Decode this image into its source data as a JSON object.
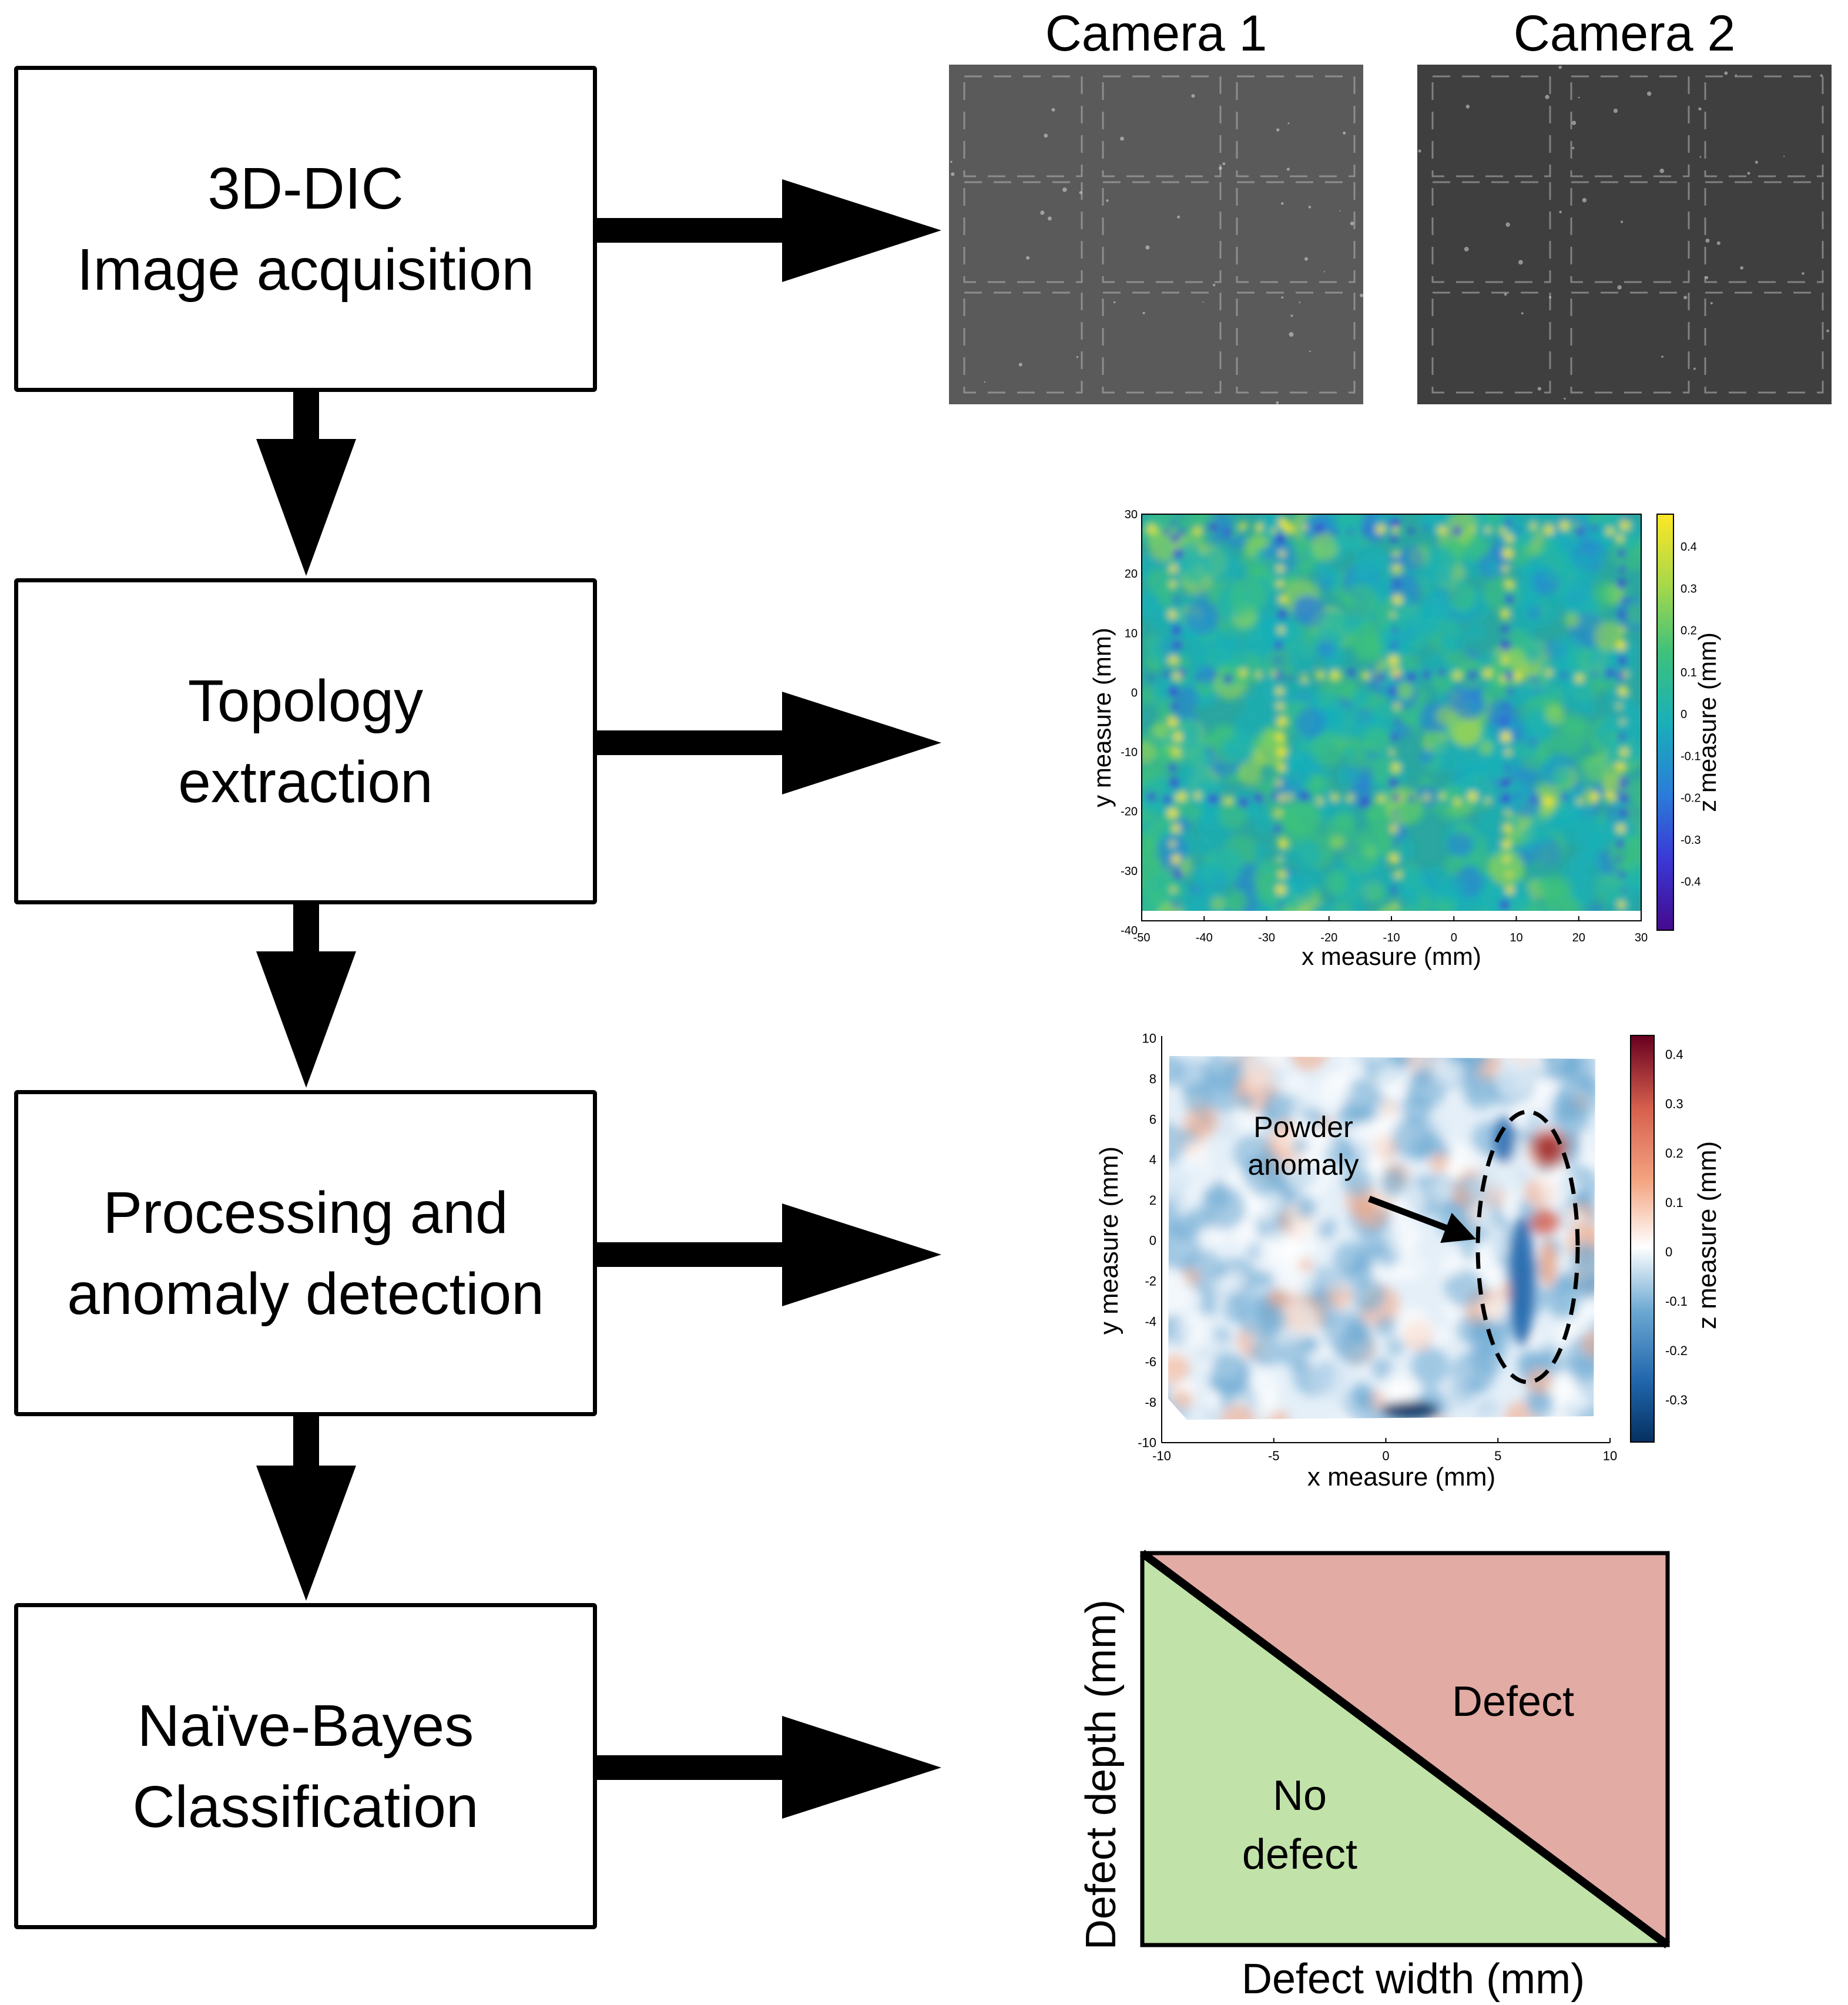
{
  "steps": [
    {
      "text": "3D-DIC\nImage acquisition"
    },
    {
      "text": "Topology\nextraction"
    },
    {
      "text": "Processing and\nanomaly detection"
    },
    {
      "text": "Naïve-Bayes\nClassification"
    }
  ],
  "cameras": [
    {
      "label": "Camera 1",
      "tone": "#5a5a5a"
    },
    {
      "label": "Camera 2",
      "tone": "#3f3f3f"
    }
  ],
  "topology_plot": {
    "xlabel": "x measure (mm)",
    "ylabel": "y measure (mm)",
    "zlabel": "z measure (mm)",
    "x_ticks": [
      "-50",
      "-40",
      "-30",
      "-20",
      "-10",
      "0",
      "10",
      "20",
      "30"
    ],
    "y_ticks": [
      "30",
      "20",
      "10",
      "0",
      "-10",
      "-20",
      "-30",
      "-40"
    ],
    "z_ticks": [
      "0.4",
      "0.3",
      "0.2",
      "0.1",
      "0",
      "-0.1",
      "-0.2",
      "-0.3",
      "-0.4"
    ],
    "colormap": [
      "#440a8c",
      "#3a38d6",
      "#2a7ed8",
      "#19b0b8",
      "#3fc27a",
      "#a8d84a",
      "#fde725"
    ]
  },
  "anomaly_plot": {
    "xlabel": "x measure (mm)",
    "ylabel": "y measure (mm)",
    "zlabel": "z measure (mm)",
    "x_ticks": [
      "-10",
      "-5",
      "0",
      "5",
      "10"
    ],
    "y_ticks": [
      "10",
      "8",
      "6",
      "4",
      "2",
      "0",
      "-2",
      "-4",
      "-6",
      "-8",
      "-10"
    ],
    "z_ticks": [
      "0.4",
      "0.3",
      "0.2",
      "0.1",
      "0",
      "-0.1",
      "-0.2",
      "-0.3"
    ],
    "annotation": "Powder\nanomaly",
    "colormap": [
      "#053061",
      "#2166ac",
      "#6aa7d1",
      "#ffffff",
      "#f4a582",
      "#d6604d",
      "#67001f"
    ]
  },
  "classification_plot": {
    "xlabel": "Defect width (mm)",
    "ylabel": "Defect depth (mm)",
    "region_defect": "Defect",
    "region_no_defect": "No\ndefect",
    "defect_color": "#e2aba4",
    "no_defect_color": "#c1e3a9"
  }
}
